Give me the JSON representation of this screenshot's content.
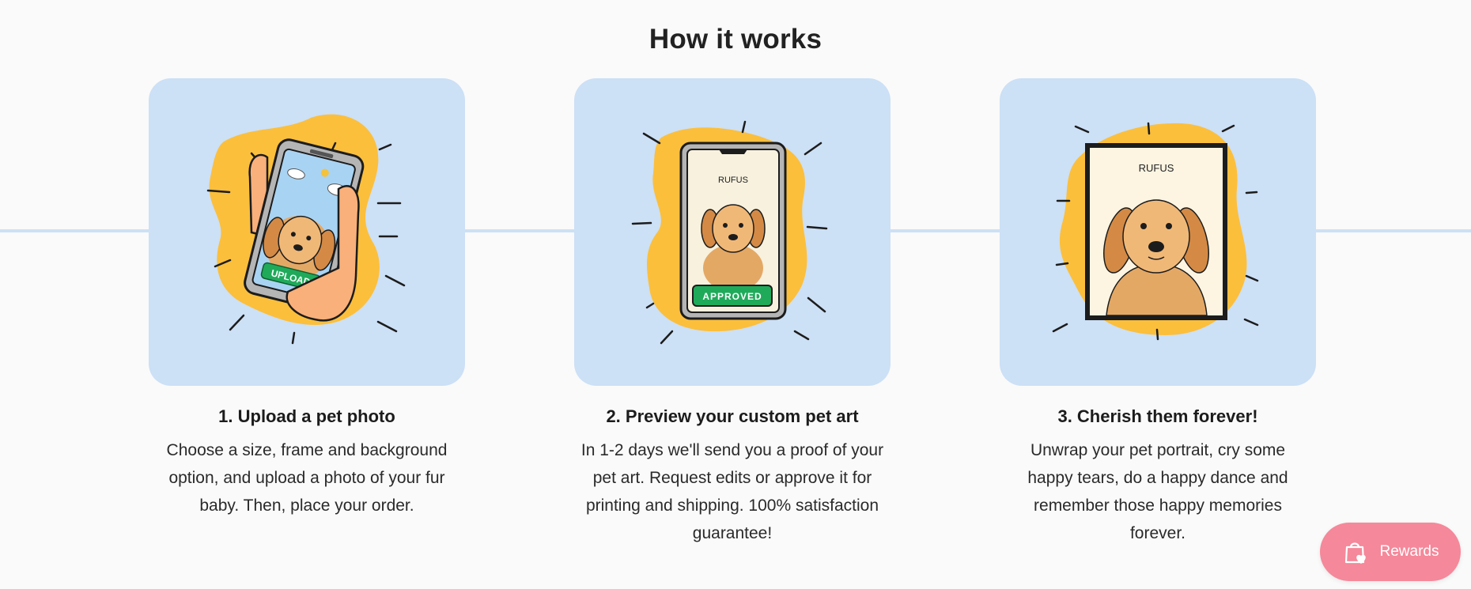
{
  "section": {
    "title": "How it works"
  },
  "steps": [
    {
      "title": "1. Upload a pet photo",
      "description": "Choose a size, frame and background option, and upload a photo of your fur baby. Then, place your order.",
      "illustration": {
        "icon": "phone-upload-illustration",
        "badge": "UPLOAD"
      }
    },
    {
      "title": "2. Preview your custom pet art",
      "description": "In 1-2 days we'll send you a proof of your pet art. Request edits or approve it for printing and shipping. 100% satisfaction guarantee!",
      "illustration": {
        "icon": "phone-approved-illustration",
        "name": "RUFUS",
        "badge": "APPROVED"
      }
    },
    {
      "title": "3. Cherish them forever!",
      "description": "Unwrap your pet portrait, cry some happy tears, do a happy dance and remember those happy memories forever.",
      "illustration": {
        "icon": "framed-portrait-illustration",
        "name": "RUFUS"
      }
    }
  ],
  "rewards": {
    "label": "Rewards",
    "icon": "shopping-bag-heart-icon"
  },
  "colors": {
    "card_bg": "#cce0f6",
    "blob": "#fbbf3c",
    "badge_green": "#1faa5a",
    "rewards_pink": "#f5889a",
    "divider_line": "#cde0f5"
  }
}
